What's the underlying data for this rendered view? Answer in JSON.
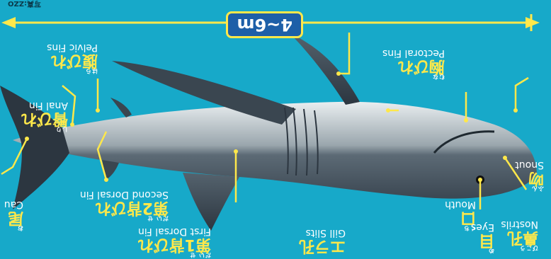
{
  "size_label": "4~6m",
  "corner_text": "写真:ZZO",
  "colors": {
    "background": "#17a9c9",
    "accent": "#ffe84a",
    "dim_box": "#1d5fa8"
  },
  "parts": {
    "nostrils": {
      "ruby": "びこう",
      "jp": "鼻孔",
      "en": "Nostrils"
    },
    "mouth": {
      "ruby": "くち",
      "jp": "口",
      "en": "Mouth"
    },
    "pectoral": {
      "ruby": "むな",
      "jp": "胸びれ",
      "en": "Pectoral Fins"
    },
    "pelvic": {
      "ruby": "はら",
      "jp": "腹びれ",
      "en": "Pelvic Fins"
    },
    "anal": {
      "ruby": "しり",
      "jp": "臀びれ",
      "en": "Anal Fin"
    },
    "second_dorsal": {
      "ruby": "だい せ",
      "jp": "第2背びれ",
      "en": "Second Dorsal Fin"
    },
    "first_dorsal": {
      "ruby": "だい せ",
      "jp": "第1背びれ",
      "en": "First Dorsal Fin"
    },
    "gill": {
      "jp": "エラ孔",
      "en": "Gill Slits"
    },
    "eyes": {
      "ruby": "め",
      "jp": "目",
      "en": "Eyes"
    },
    "snout": {
      "ruby": "ふん",
      "jp": "吻",
      "en": "Snout"
    },
    "caudal": {
      "ruby": "お",
      "jp": "尾",
      "en": "Cau"
    }
  }
}
